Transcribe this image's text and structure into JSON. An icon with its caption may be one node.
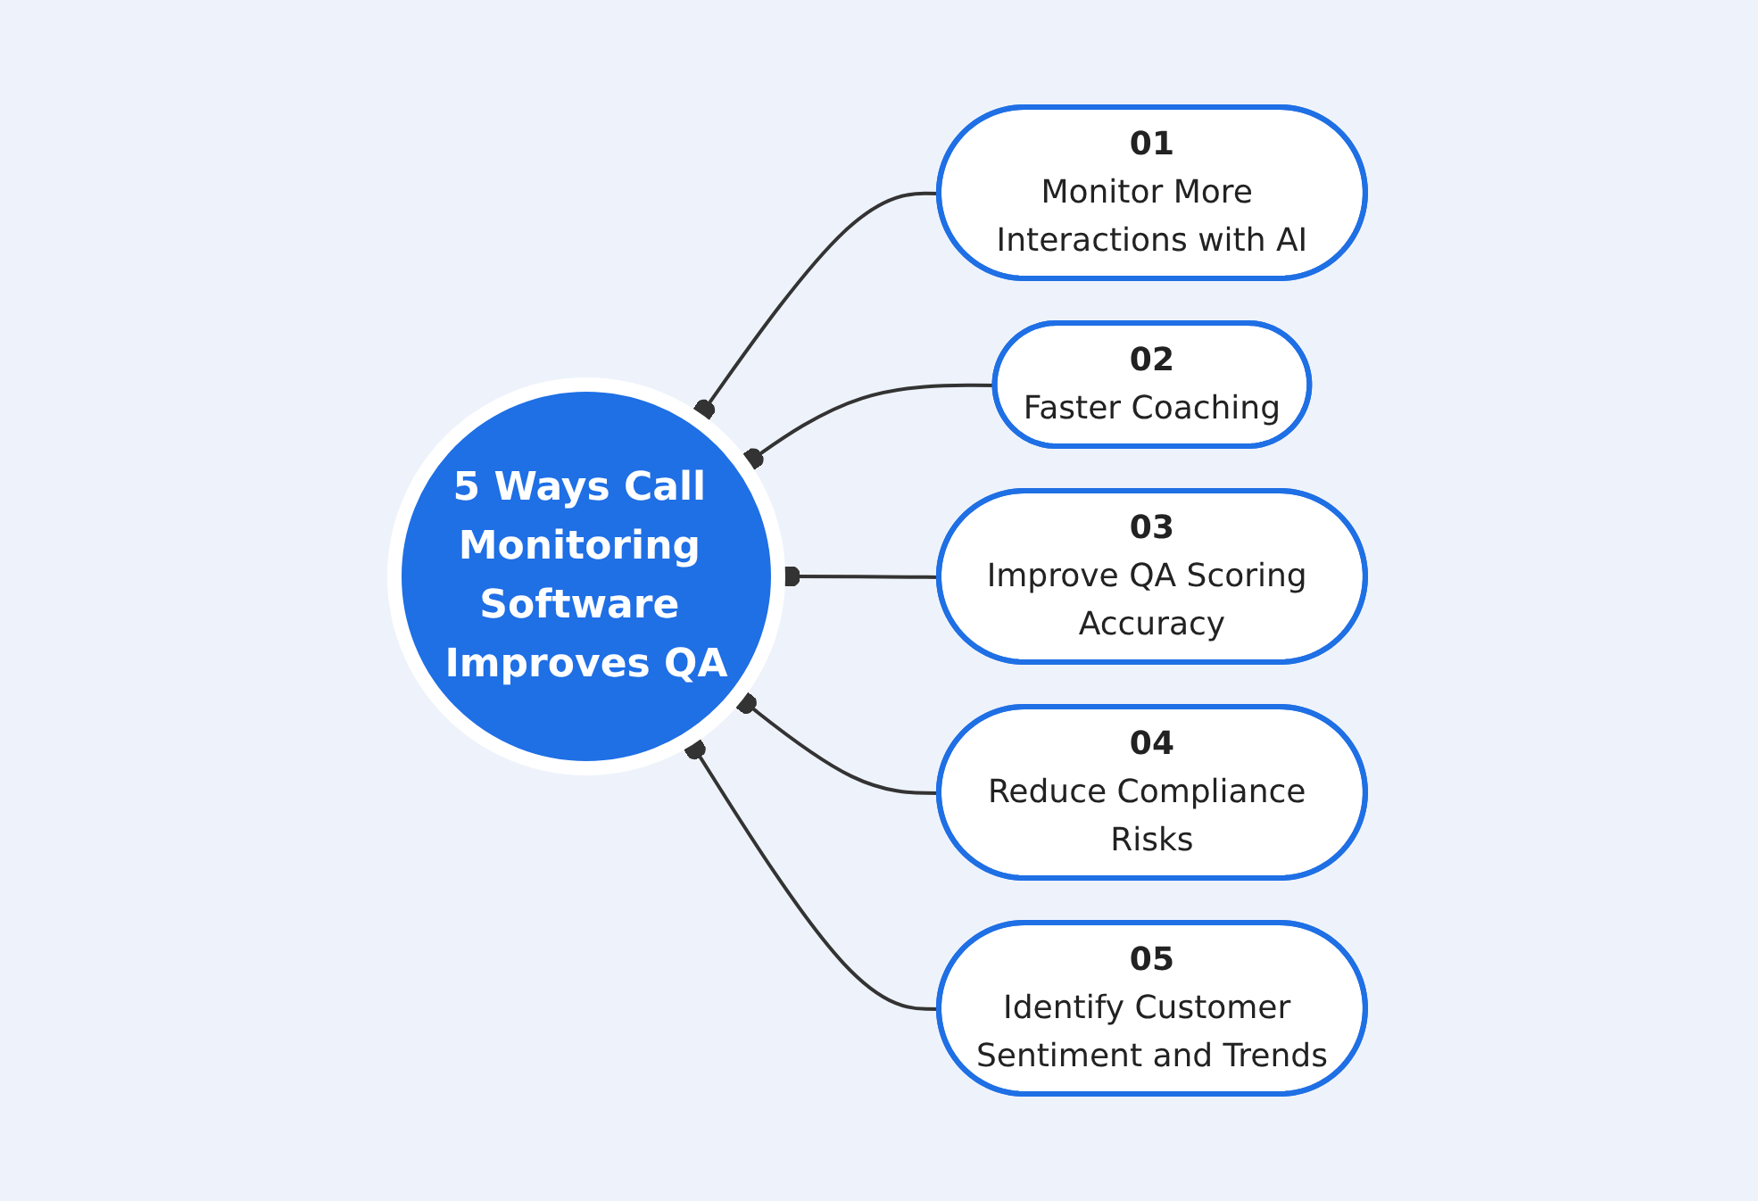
{
  "diagram": {
    "nodes": [
      {
        "text": [
          "5 Ways Call Monitoring Software Improves QA"
        ]
      },
      {
        "text": [
          "01",
          "Monitor More Interactions with AI"
        ]
      },
      {
        "text": [
          "02",
          "Faster Coaching"
        ]
      },
      {
        "text": [
          "03",
          "Improve QA Scoring Accuracy"
        ]
      },
      {
        "text": [
          "04",
          "Reduce Compliance Risks"
        ]
      },
      {
        "text": [
          "05",
          "Identify Customer Sentiment and Trends"
        ]
      }
    ],
    "edges": [
      {
        "from": 1,
        "to": 0,
        "arrow": "other"
      },
      {
        "from": 2,
        "to": 0,
        "arrow": "other"
      },
      {
        "from": 3,
        "to": 0,
        "arrow": "other"
      },
      {
        "from": 4,
        "to": 0,
        "arrow": "other"
      },
      {
        "from": 5,
        "to": 0,
        "arrow": "other"
      }
    ]
  }
}
